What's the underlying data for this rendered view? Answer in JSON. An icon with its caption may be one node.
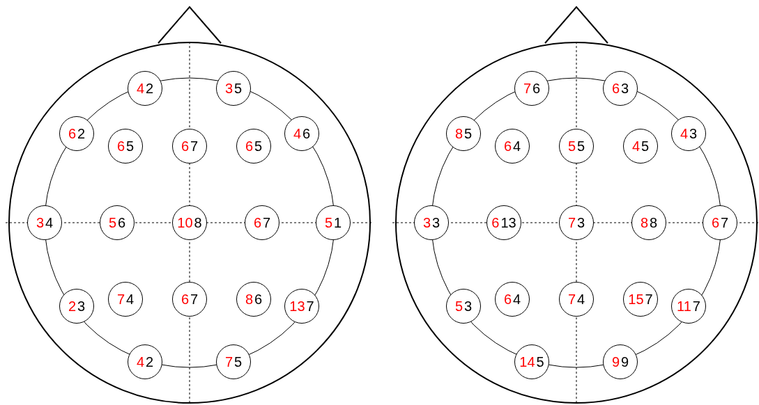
{
  "diagram": {
    "nodes": [
      {
        "text": [],
        "shape": "circle"
      },
      {
        "text": [
          "4",
          "2"
        ],
        "in": 0
      },
      {
        "text": [
          "3",
          "5"
        ],
        "in": 0
      },
      {
        "text": [
          "6",
          "2"
        ],
        "in": 0
      },
      {
        "text": [
          "6",
          "5"
        ],
        "in": 0
      },
      {
        "text": [
          "6",
          "7"
        ],
        "in": 0
      },
      {
        "text": [
          "6",
          "5"
        ],
        "in": 0
      },
      {
        "text": [
          "4",
          "6"
        ],
        "in": 0
      },
      {
        "text": [
          "3",
          "4"
        ],
        "in": 0
      },
      {
        "text": [
          "5",
          "6"
        ],
        "in": 0
      },
      {
        "text": [
          "10",
          "8"
        ],
        "in": 0
      },
      {
        "text": [
          "6",
          "7"
        ],
        "in": 0
      },
      {
        "text": [
          "5",
          "1"
        ],
        "in": 0
      },
      {
        "text": [
          "2",
          "3"
        ],
        "in": 0
      },
      {
        "text": [
          "7",
          "4"
        ],
        "in": 0
      },
      {
        "text": [
          "6",
          "7"
        ],
        "in": 0
      },
      {
        "text": [
          "8",
          "6"
        ],
        "in": 0
      },
      {
        "text": [
          "13",
          "7"
        ],
        "in": 0
      },
      {
        "text": [
          "4",
          "2"
        ],
        "in": 0
      },
      {
        "text": [
          "7",
          "5"
        ],
        "in": 0
      },
      {
        "text": [],
        "shape": "circle"
      },
      {
        "text": [
          "7",
          "6"
        ],
        "in": 20
      },
      {
        "text": [
          "6",
          "3"
        ],
        "in": 20
      },
      {
        "text": [
          "8",
          "5"
        ],
        "in": 20
      },
      {
        "text": [
          "6",
          "4"
        ],
        "in": 20
      },
      {
        "text": [
          "5",
          "5"
        ],
        "in": 20
      },
      {
        "text": [
          "4",
          "5"
        ],
        "in": 20
      },
      {
        "text": [
          "4",
          "3"
        ],
        "in": 20
      },
      {
        "text": [
          "3",
          "3"
        ],
        "in": 20
      },
      {
        "text": [
          "6",
          "13"
        ],
        "in": 20
      },
      {
        "text": [
          "7",
          "3"
        ],
        "in": 20
      },
      {
        "text": [
          "8",
          "8"
        ],
        "in": 20
      },
      {
        "text": [
          "6",
          "7"
        ],
        "in": 20
      },
      {
        "text": [
          "5",
          "3"
        ],
        "in": 20
      },
      {
        "text": [
          "6",
          "4"
        ],
        "in": 20
      },
      {
        "text": [
          "7",
          "4"
        ],
        "in": 20
      },
      {
        "text": [
          "15",
          "7"
        ],
        "in": 20
      },
      {
        "text": [
          "11",
          "7"
        ],
        "in": 20
      },
      {
        "text": [
          "14",
          "5"
        ],
        "in": 20
      },
      {
        "text": [
          "9",
          "9"
        ],
        "in": 20
      }
    ]
  }
}
